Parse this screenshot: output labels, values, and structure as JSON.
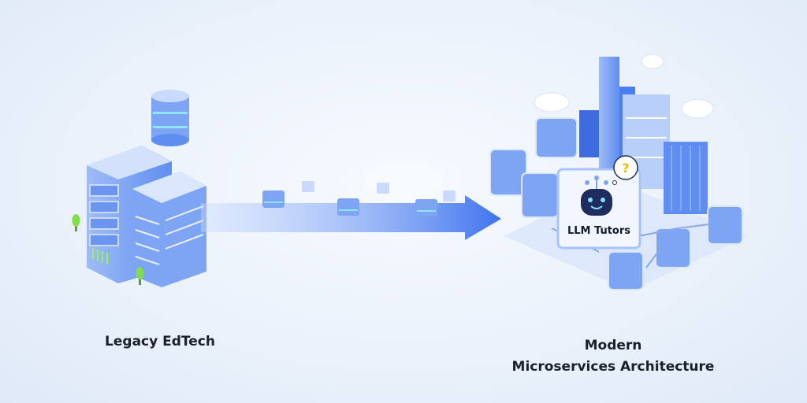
{
  "legacy": {
    "label": "Legacy EdTech"
  },
  "modern": {
    "label_line1": "Modern",
    "label_line2": "Microservices Architecture"
  },
  "llm_node": {
    "label": "LLM Tutors",
    "bubble_symbol": "?"
  },
  "colors": {
    "primary": "#4a7ef0",
    "light": "#c9dafc",
    "dark": "#2b4fb8",
    "robot": "#1e2c5e",
    "accent": "#7fe0ff"
  }
}
